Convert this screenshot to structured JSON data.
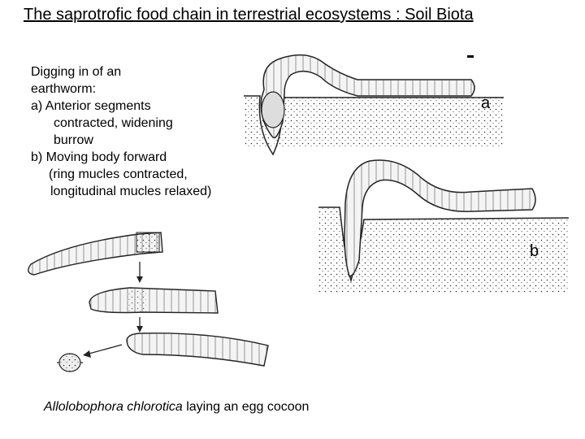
{
  "title": "The saprotrofic food chain in terrestrial ecosystems : Soil Biota",
  "description": {
    "line1": "Digging in of an",
    "line2": "earthworm:",
    "line3": "a)  Anterior segments",
    "line4": "contracted, widening",
    "line5": "burrow",
    "line6": "b) Moving body forward",
    "line7": "(ring mucles contracted,",
    "line8": "longitudinal mucles relaxed)"
  },
  "labels": {
    "a": "a",
    "b": "b"
  },
  "caption": {
    "species": "Allolobophora chlorotica",
    "rest": " laying an egg cocoon"
  }
}
